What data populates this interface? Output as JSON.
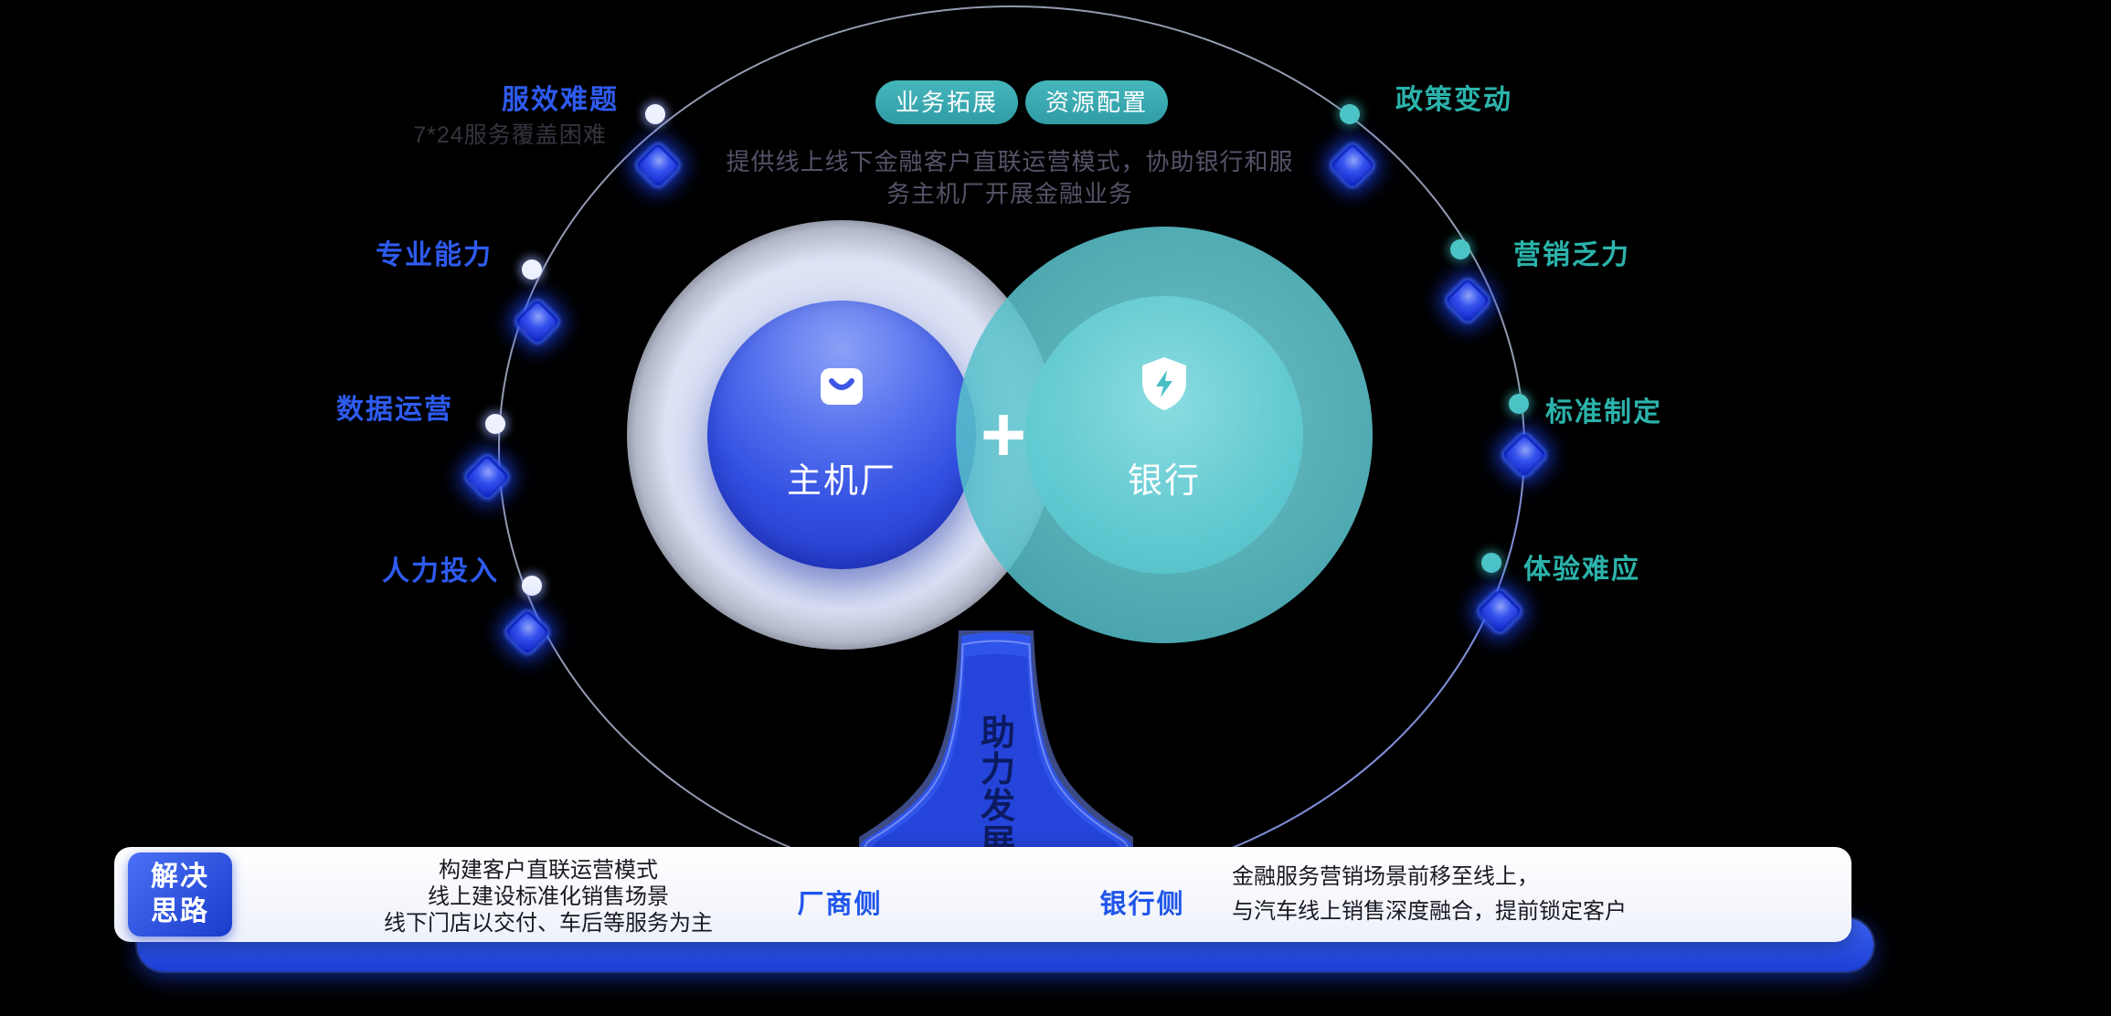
{
  "header": {
    "pills": [
      {
        "label": "业务拓展"
      },
      {
        "label": "资源配置"
      }
    ],
    "description_line1": "提供线上线下金融客户直联运营模式，协助银行和服",
    "description_line2": "务主机厂开展金融业务"
  },
  "left_labels": [
    {
      "label": "服效难题",
      "sub": "7*24服务覆盖困难"
    },
    {
      "label": "专业能力"
    },
    {
      "label": "数据运营"
    },
    {
      "label": "人力投入"
    }
  ],
  "right_labels": [
    {
      "label": "政策变动"
    },
    {
      "label": "营销乏力"
    },
    {
      "label": "标准制定"
    },
    {
      "label": "体验难应"
    }
  ],
  "center": {
    "left_circle_label": "主机厂",
    "right_circle_label": "银行",
    "plus": "+"
  },
  "trunk": {
    "chars": [
      "助",
      "力",
      "发",
      "展"
    ]
  },
  "bottom_bar": {
    "badge_line1": "解决",
    "badge_line2": "思路",
    "left_lines": [
      "构建客户直联运营模式",
      "线上建设标准化销售场景",
      "线下门店以交付、车后等服务为主"
    ],
    "vendor_label": "厂商侧",
    "bank_label": "银行侧",
    "right_lines": [
      "金融服务营销场景前移至线上，",
      "与汽车线上销售深度融合，提前锁定客户"
    ]
  },
  "colors": {
    "accent_blue": "#2e5bf0",
    "accent_teal": "#2bb3ab",
    "pill_teal": "#38aeb2",
    "circle_blue": "#3350e2",
    "circle_teal": "#5fc6cf",
    "glow_blue": "#1a36e0",
    "bar_base_blue": "#2c50e6"
  }
}
